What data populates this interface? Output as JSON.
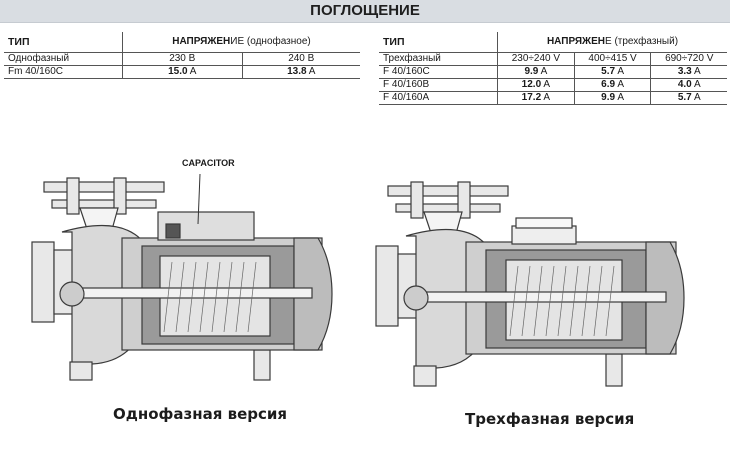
{
  "header": {
    "title": "ПОГЛОЩЕНИЕ"
  },
  "single_phase": {
    "col_type": "ТИП",
    "col_voltage_bold": "НАПРЯЖЕН",
    "col_voltage_rest": "ИЕ (однофазное)",
    "row_type_label": "Однофазный",
    "voltages": [
      "230 В",
      "240 В"
    ],
    "rows": [
      {
        "model": "Fm 40/160C",
        "values": [
          "15.0",
          "13.8"
        ],
        "unit": "A"
      }
    ]
  },
  "three_phase": {
    "col_type": "ТИП",
    "col_voltage_bold": "НАПРЯЖЕН",
    "col_voltage_rest": "Е (трехфазный)",
    "row_type_label": "Трехфазный",
    "voltages": [
      "230÷240 V",
      "400÷415 V",
      "690÷720 V"
    ],
    "rows": [
      {
        "model": "F 40/160C",
        "values": [
          "9.9",
          "5.7",
          "3.3"
        ],
        "unit": "A"
      },
      {
        "model": "F 40/160B",
        "values": [
          "12.0",
          "6.9",
          "4.0"
        ],
        "unit": "A"
      },
      {
        "model": "F 40/160A",
        "values": [
          "17.2",
          "9.9",
          "5.7"
        ],
        "unit": "A"
      }
    ]
  },
  "diagram": {
    "capacitor_label": "CAPACITOR",
    "caption_single": "Однофазная версия",
    "caption_three": "Трехфазная версия"
  }
}
